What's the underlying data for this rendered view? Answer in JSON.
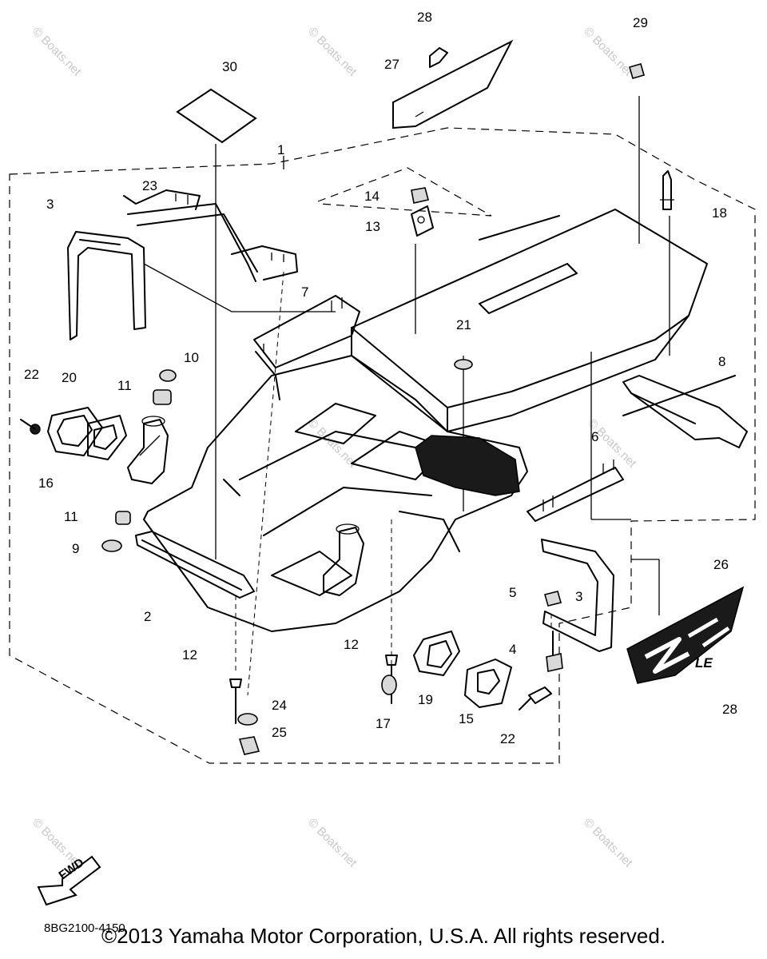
{
  "diagram": {
    "callouts": [
      {
        "id": "1",
        "label": "1"
      },
      {
        "id": "2",
        "label": "2"
      },
      {
        "id": "3a",
        "label": "3"
      },
      {
        "id": "3b",
        "label": "3"
      },
      {
        "id": "4",
        "label": "4"
      },
      {
        "id": "5",
        "label": "5"
      },
      {
        "id": "6",
        "label": "6"
      },
      {
        "id": "7",
        "label": "7"
      },
      {
        "id": "8",
        "label": "8"
      },
      {
        "id": "9",
        "label": "9"
      },
      {
        "id": "10",
        "label": "10"
      },
      {
        "id": "11a",
        "label": "11"
      },
      {
        "id": "11b",
        "label": "11"
      },
      {
        "id": "12a",
        "label": "12"
      },
      {
        "id": "12b",
        "label": "12"
      },
      {
        "id": "13",
        "label": "13"
      },
      {
        "id": "14",
        "label": "14"
      },
      {
        "id": "15",
        "label": "15"
      },
      {
        "id": "16",
        "label": "16"
      },
      {
        "id": "17",
        "label": "17"
      },
      {
        "id": "18",
        "label": "18"
      },
      {
        "id": "19",
        "label": "19"
      },
      {
        "id": "20",
        "label": "20"
      },
      {
        "id": "21",
        "label": "21"
      },
      {
        "id": "22a",
        "label": "22"
      },
      {
        "id": "22b",
        "label": "22"
      },
      {
        "id": "23",
        "label": "23"
      },
      {
        "id": "24",
        "label": "24"
      },
      {
        "id": "25",
        "label": "25"
      },
      {
        "id": "26",
        "label": "26"
      },
      {
        "id": "27",
        "label": "27"
      },
      {
        "id": "28a",
        "label": "28"
      },
      {
        "id": "28b",
        "label": "28"
      },
      {
        "id": "29",
        "label": "29"
      },
      {
        "id": "30",
        "label": "30"
      }
    ],
    "decal_text": "LE",
    "fwd_label": "FWD",
    "part_code": "8BG2100-4150",
    "watermark": "© Boats.net"
  },
  "footer": {
    "copyright": "©2013 Yamaha Motor Corporation, U.S.A. All rights reserved."
  }
}
